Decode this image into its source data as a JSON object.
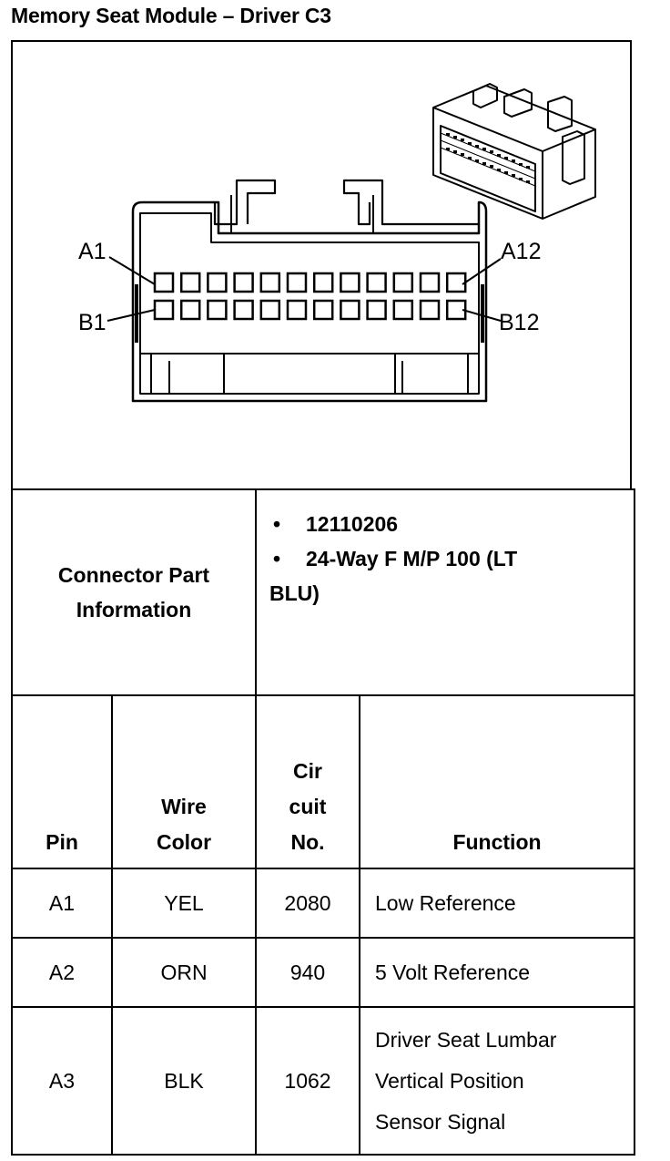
{
  "title": "Memory Seat Module – Driver C3",
  "connector": {
    "labels": {
      "a1": "A1",
      "a12": "A12",
      "b1": "B1",
      "b12": "B12"
    },
    "pin_rows": 2,
    "pins_per_row": 12
  },
  "part_info": {
    "label_line1": "Connector Part",
    "label_line2": "Information",
    "items": [
      {
        "bullet": "•",
        "text": "12110206"
      },
      {
        "bullet": "•",
        "text": "24-Way F M/P 100 (LT",
        "continuation": "BLU)"
      }
    ]
  },
  "pin_table": {
    "headers": {
      "pin": "Pin",
      "wire_color": [
        "Wire",
        "Color"
      ],
      "circuit": [
        "Cir",
        "cuit",
        "No."
      ],
      "function": "Function"
    },
    "rows": [
      {
        "pin": "A1",
        "color": "YEL",
        "circuit": "2080",
        "function": [
          "Low Reference"
        ]
      },
      {
        "pin": "A2",
        "color": "ORN",
        "circuit": "940",
        "function": [
          "5 Volt Reference"
        ]
      },
      {
        "pin": "A3",
        "color": "BLK",
        "circuit": "1062",
        "function": [
          "Driver Seat Lumbar",
          "Vertical Position",
          "Sensor Signal"
        ]
      }
    ]
  }
}
